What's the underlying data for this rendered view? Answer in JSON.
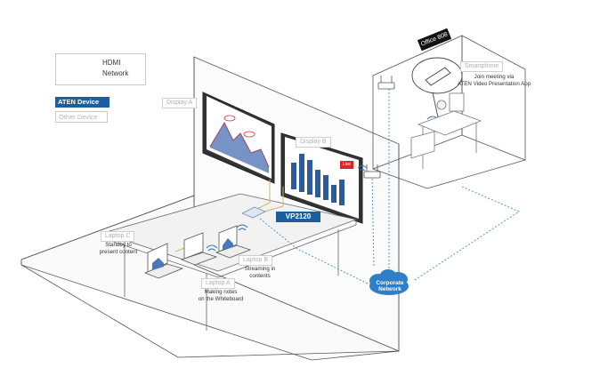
{
  "legend": {
    "hdmi": "HDMI",
    "network": "Network"
  },
  "device_types": {
    "aten": "ATEN Device",
    "other": "Other Device"
  },
  "labels": {
    "display_a": "Display A",
    "display_b": "Display B",
    "smartphone": "Smartphone",
    "smartphone_caption_1": "Join meeting via",
    "smartphone_caption_2": "ATEN Video Presentation App",
    "laptop_a": "Laptop A",
    "laptop_a_caption_1": "Making notes",
    "laptop_a_caption_2": "on the Whiteboard",
    "laptop_b": "Laptop B",
    "laptop_b_caption_1": "Streaming in",
    "laptop_b_caption_2": "contents",
    "laptop_c": "Laptop C",
    "laptop_c_caption_1": "Standby to",
    "laptop_c_caption_2": "present content",
    "vp2120": "VP2120",
    "office_sign": "Office 808",
    "network_cloud_1": "Corporate",
    "network_cloud_2": "Network",
    "live_tag": "Live"
  },
  "colors": {
    "aten_blue": "#1d5e9e",
    "hdmi_line": "#c9b86b",
    "network_line": "#3a8fd0",
    "wall_line": "#555555",
    "bar_blue": "#2f5b9c"
  },
  "icons": [
    "wifi-icon",
    "router-icon",
    "laptop-icon",
    "cloud-icon",
    "phone-icon"
  ]
}
